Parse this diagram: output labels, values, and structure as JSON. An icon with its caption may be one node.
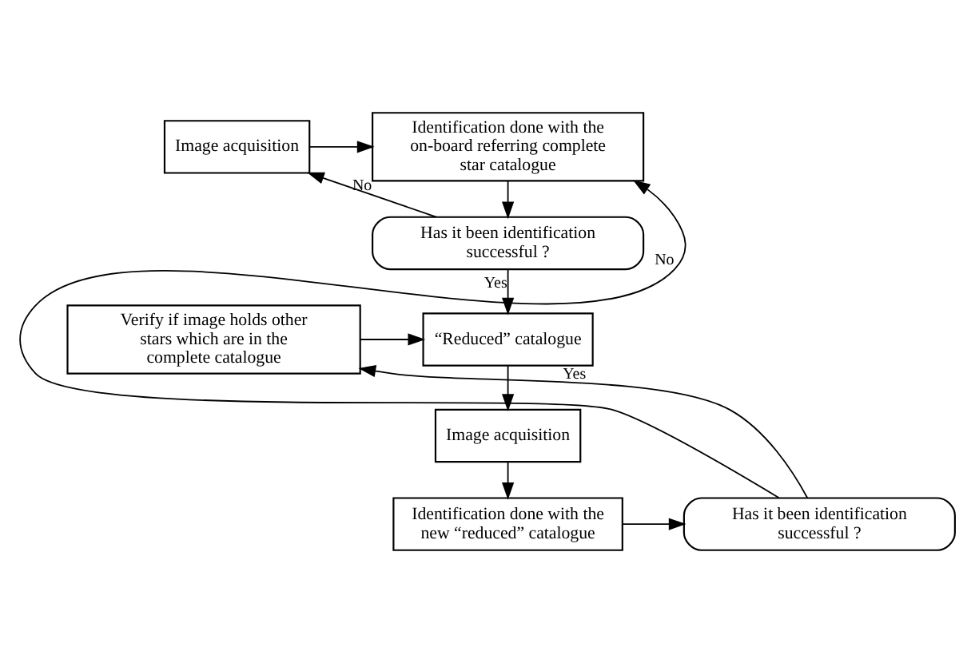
{
  "diagram": {
    "nodes": [
      {
        "text": [
          "Image acquisition"
        ]
      },
      {
        "text": [
          "Identification done with the on-board referring complete star catalogue"
        ]
      },
      {
        "text": [
          "Has it been identification successful ?"
        ]
      },
      {
        "text": [
          "Verify if image holds other stars which are in the complete catalogue"
        ]
      },
      {
        "text": [
          "“Reduced” catalogue"
        ]
      },
      {
        "text": [
          "Image acquisition"
        ]
      },
      {
        "text": [
          "Identification done with the new “reduced” catalogue"
        ]
      },
      {
        "text": [
          "Has it been identification successful ?"
        ]
      }
    ],
    "edges": [
      {
        "from": 0,
        "to": 1,
        "arrow": "to"
      },
      {
        "from": 1,
        "to": 2,
        "arrow": "to"
      },
      {
        "from": 2,
        "to": 0,
        "arrow": "to",
        "label": "No"
      },
      {
        "from": 2,
        "to": 4,
        "arrow": "to",
        "label": "Yes"
      },
      {
        "from": 3,
        "to": 4,
        "arrow": "to"
      },
      {
        "from": 4,
        "to": 5,
        "arrow": "to"
      },
      {
        "from": 5,
        "to": 6,
        "arrow": "to"
      },
      {
        "from": 6,
        "to": 7,
        "arrow": "to"
      },
      {
        "from": 7,
        "to": 3,
        "arrow": "to",
        "label": "Yes"
      },
      {
        "from": 7,
        "to": 1,
        "arrow": "to",
        "label": "No"
      }
    ]
  }
}
